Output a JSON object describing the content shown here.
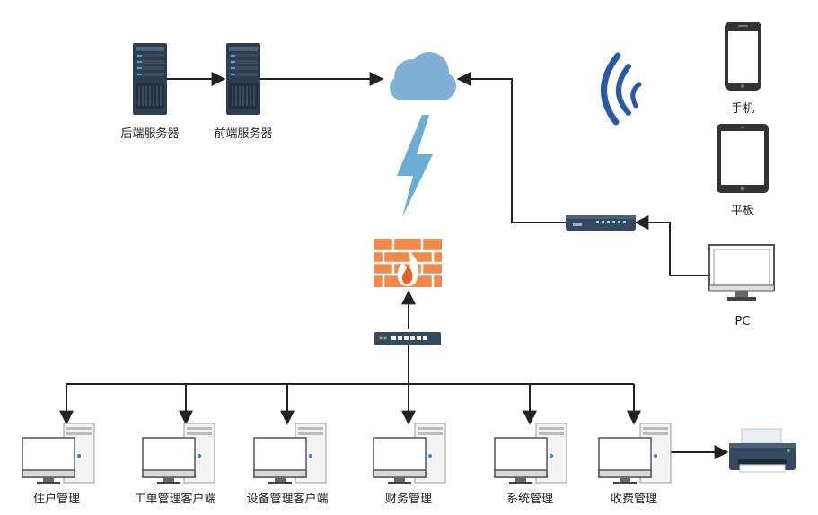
{
  "labels": {
    "backend_server": "后端服务器",
    "frontend_server": "前端服务器",
    "phone": "手机",
    "tablet": "平板",
    "pc": "PC",
    "clients": [
      "住户管理",
      "工单管理客户端",
      "设备管理客户端",
      "财务管理",
      "系统管理",
      "收费管理"
    ]
  },
  "colors": {
    "line": "#222222",
    "cloud": "#7fb1d6",
    "lightning": "#6aaed6",
    "wifi": "#2a58a6",
    "firewall": "#f08a4b",
    "device_dark": "#34495e"
  }
}
